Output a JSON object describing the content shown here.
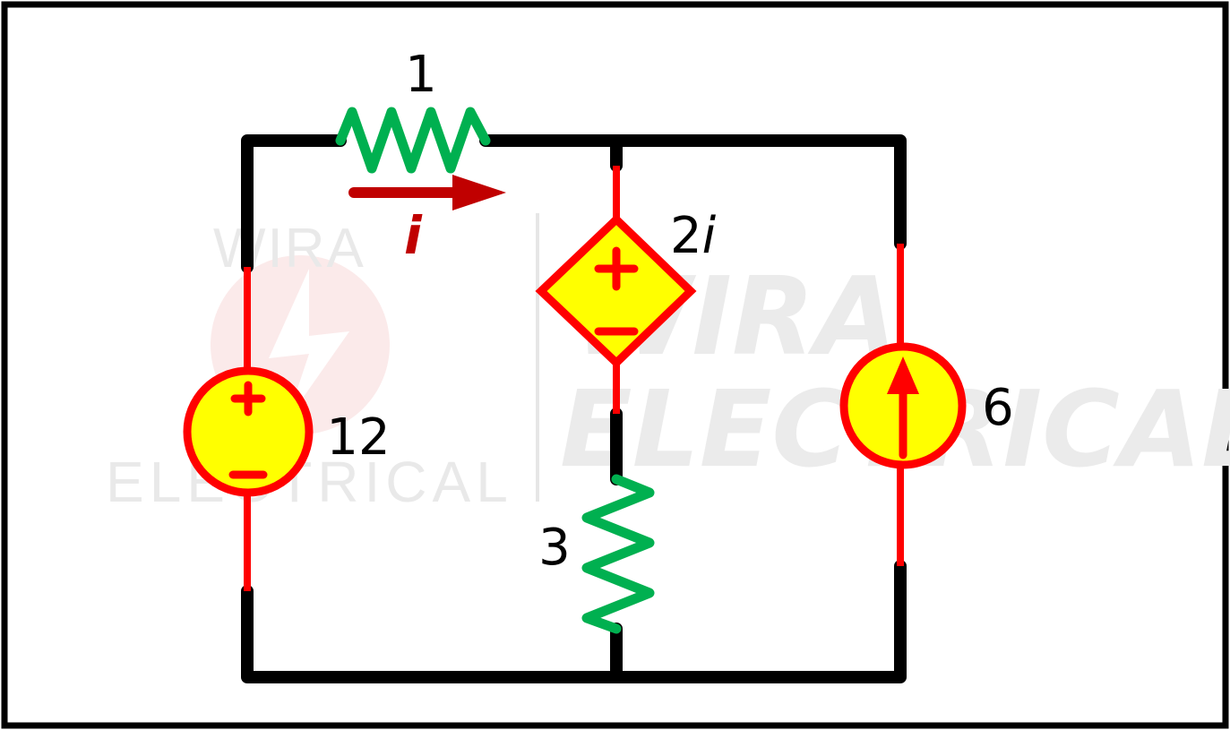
{
  "watermark": {
    "top_text": "WIRA",
    "bottom_text": "ELECTRICAL",
    "big_top_text": "WIRA",
    "big_bottom_text": "ELECTRICAL"
  },
  "components": {
    "r1": {
      "label": "1"
    },
    "r3": {
      "label": "3"
    },
    "voltage_source": {
      "label": "12",
      "plus": "+",
      "minus": "−"
    },
    "dependent_source": {
      "label_coef": "2",
      "label_var": "i",
      "plus": "+",
      "minus": "−"
    },
    "current_source": {
      "label": "6"
    },
    "current_arrow": {
      "label": "i"
    }
  },
  "colors": {
    "wire": "#000000",
    "source_lead": "#ff0000",
    "source_fill": "#ffff00",
    "resistor": "#00b050",
    "current_arrow": "#c00000"
  }
}
